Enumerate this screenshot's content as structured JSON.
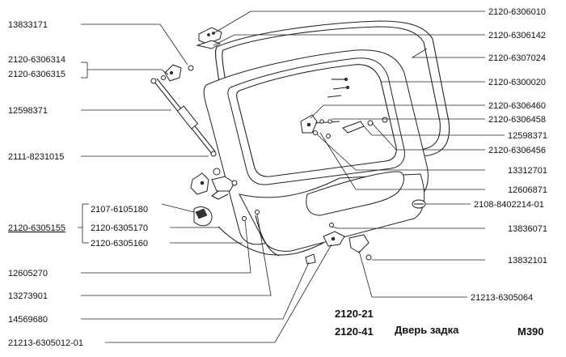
{
  "labels": {
    "left": [
      "13833171",
      "2120-6306314",
      "2120-6306315",
      "12598371",
      "2111-8231015",
      "2107-6105180",
      "2120-6305155",
      "2120-6305170",
      "2120-6305160",
      "12605270",
      "13273901",
      "14569680",
      "21213-6305012-01"
    ],
    "right": [
      "2120-6306010",
      "2120-6306142",
      "2120-6307024",
      "2120-6300020",
      "2120-6306460",
      "2120-6306458",
      "12598371",
      "2120-6306456",
      "13312701",
      "12606871",
      "2108-8402214-01",
      "13836071",
      "13832101",
      "21213-6305064"
    ]
  },
  "footer": {
    "model_1": "2120-21",
    "model_2": "2120-41",
    "title": "Дверь задка",
    "code": "M390"
  }
}
